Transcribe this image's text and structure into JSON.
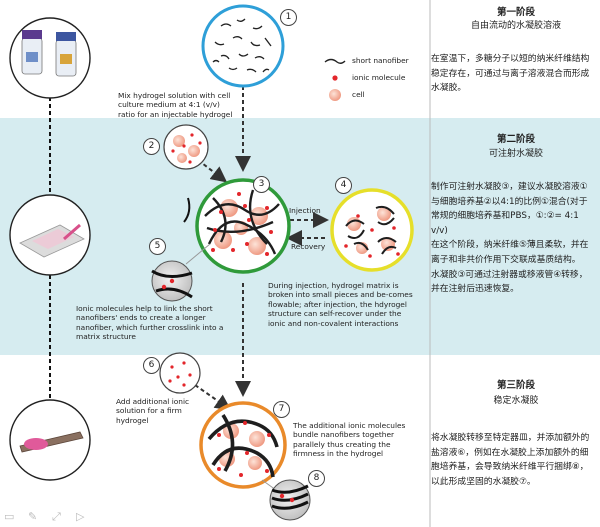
{
  "stage1": {
    "title": "第一阶段",
    "subtitle": "自由流动的水凝胶溶液",
    "body": "在室温下，多糖分子以短的纳米纤维结构稳定存在，可通过与离子溶液混合而形成水凝胶。"
  },
  "stage2": {
    "title": "第二阶段",
    "subtitle": "可注射水凝胶",
    "body": [
      "制作可注射水凝胶③，建议水凝胶溶液①与细胞培养基②以4:1的比例①混合(对于常规的细胞培养基和PBS，①:②= 4:1 v/v)",
      "在这个阶段，纳米纤维⑤薄且柔软，并在离子和非共价作用下交联成基质结构。",
      "水凝胶③可通过注射器或移液管④转移，并在注射后迅速恢复。"
    ]
  },
  "stage3": {
    "title": "第三阶段",
    "subtitle": "稳定水凝胶",
    "body": "将水凝胶转移至特定器皿，并添加额外的盐溶液⑥，例如在水凝胶上添加额外的细胞培养基，会导致纳米纤维平行捆绑⑧，以此形成坚固的水凝胶⑦。"
  },
  "legend": {
    "nanofiber": "short nanofiber",
    "ionic": "ionic molecule",
    "cell": "cell"
  },
  "numbers": [
    "1",
    "2",
    "3",
    "4",
    "5",
    "6",
    "7",
    "8"
  ],
  "annotations": {
    "mix": "Mix hydrogel solution with cell culture medium at 4:1 (v/v) ratio for an injectable hydrogel",
    "injection": "Injection",
    "recovery": "Recovery",
    "ionic_link": "Ionic molecules help to link the short nanofibers' ends to create a longer nanofiber, which further crosslink into a matrix structure",
    "during_injection": "During injection, hydrogel matrix is broken into small pieces and be-comes flowable; after injection, the hdyrogel structure can self-recover under the ionic and non-covalent interactions",
    "add_ionic": "Add additional ionic solution for a firm hydrogel",
    "bundle": "The additional ionic molecules bundle nanofibers together parallely thus creating the firmness in the hydrogel"
  },
  "colors": {
    "band_blue": "#d6ecf0",
    "circle1": "#2e9fd8",
    "circle3": "#2f9a3a",
    "circle4": "#e6df2a",
    "circle7": "#e98a2a",
    "ionic_red": "#e3262b",
    "cell_fill": "#f6b7a3"
  }
}
